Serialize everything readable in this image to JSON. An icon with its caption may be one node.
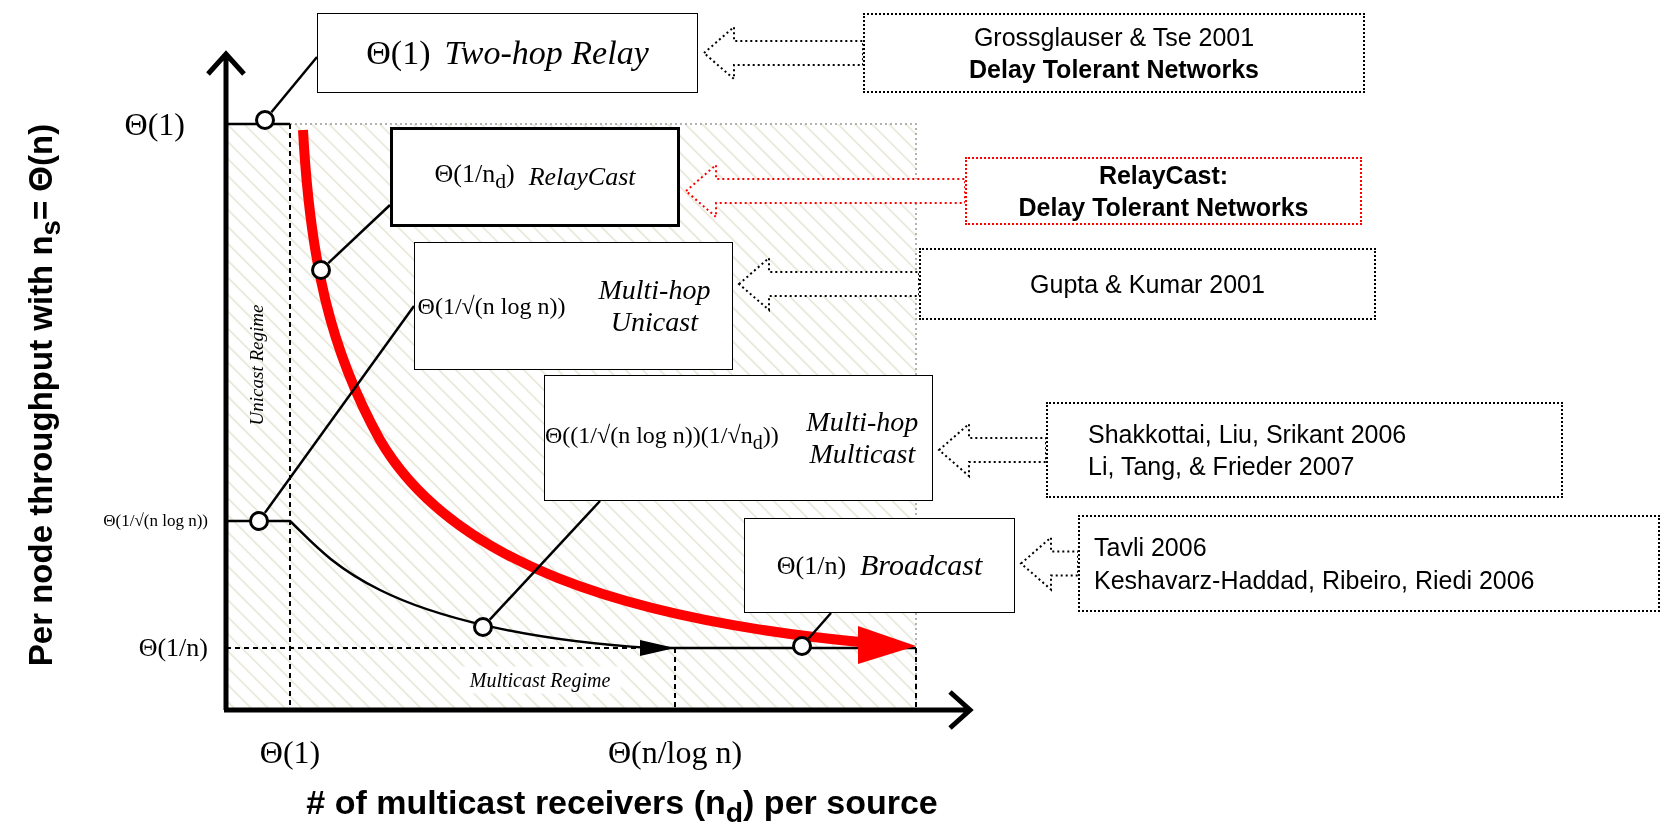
{
  "diagram": {
    "nodes": [
      {
        "text": [
          "Θ(1)",
          "Two-hop Relay"
        ]
      },
      {
        "text": [
          "Θ(1/n$_{d}$)",
          "RelayCast"
        ]
      },
      {
        "text": [
          "Θ(1/√(n log n))",
          "Multi-hop Unicast"
        ]
      },
      {
        "text": [
          "Θ((1/√(n log n))(1/√n$_{d}$))",
          "Multi-hop Multicast"
        ]
      },
      {
        "text": [
          "Θ(1/n)",
          "Broadcast"
        ]
      },
      {
        "text": [
          "Grossglauser & Tse 2001",
          "Delay Tolerant Networks"
        ]
      },
      {
        "text": [
          "RelayCast:",
          "Delay Tolerant Networks"
        ]
      },
      {
        "text": [
          "Gupta & Kumar 2001"
        ]
      },
      {
        "text": [
          "Shakkottai, Liu, Srikant 2006",
          "Li, Tang, & Frieder 2007"
        ]
      },
      {
        "text": [
          "Tavli 2006",
          "Keshavarz-Haddad, Ribeiro, Riedi 2006"
        ]
      },
      {
        "text": [],
        "shape": "circle"
      },
      {
        "text": [],
        "shape": "circle"
      },
      {
        "text": [],
        "shape": "circle"
      },
      {
        "text": [],
        "shape": "circle"
      },
      {
        "text": [],
        "shape": "circle"
      }
    ],
    "edges": [
      {
        "from": 5,
        "to": 0,
        "arrow": "to",
        "style": "dashed"
      },
      {
        "from": 6,
        "to": 1,
        "arrow": "to",
        "style": "dashed",
        "color": "#ff0000"
      },
      {
        "from": 7,
        "to": 2,
        "arrow": "to",
        "style": "dashed"
      },
      {
        "from": 8,
        "to": 3,
        "arrow": "to",
        "style": "dashed"
      },
      {
        "from": 9,
        "to": 4,
        "arrow": "to",
        "style": "dashed"
      },
      {
        "from": 0,
        "to": 10,
        "arrow": "none"
      },
      {
        "from": 1,
        "to": 11,
        "arrow": "none"
      },
      {
        "from": 2,
        "to": 12,
        "arrow": "none"
      },
      {
        "from": 3,
        "to": 13,
        "arrow": "none"
      },
      {
        "from": 4,
        "to": 14,
        "arrow": "none"
      }
    ],
    "labels": [
      "Per node throughput with n$_{s}$= Θ(n)",
      "Θ(1)",
      "Unicast Regime",
      "Θ(1/√(n log n))",
      "Θ(1/n)",
      "Multicast Regime",
      "Θ(1)",
      "Θ(n/log n)",
      "# of multicast receivers (n$_{d}$) per source"
    ]
  }
}
